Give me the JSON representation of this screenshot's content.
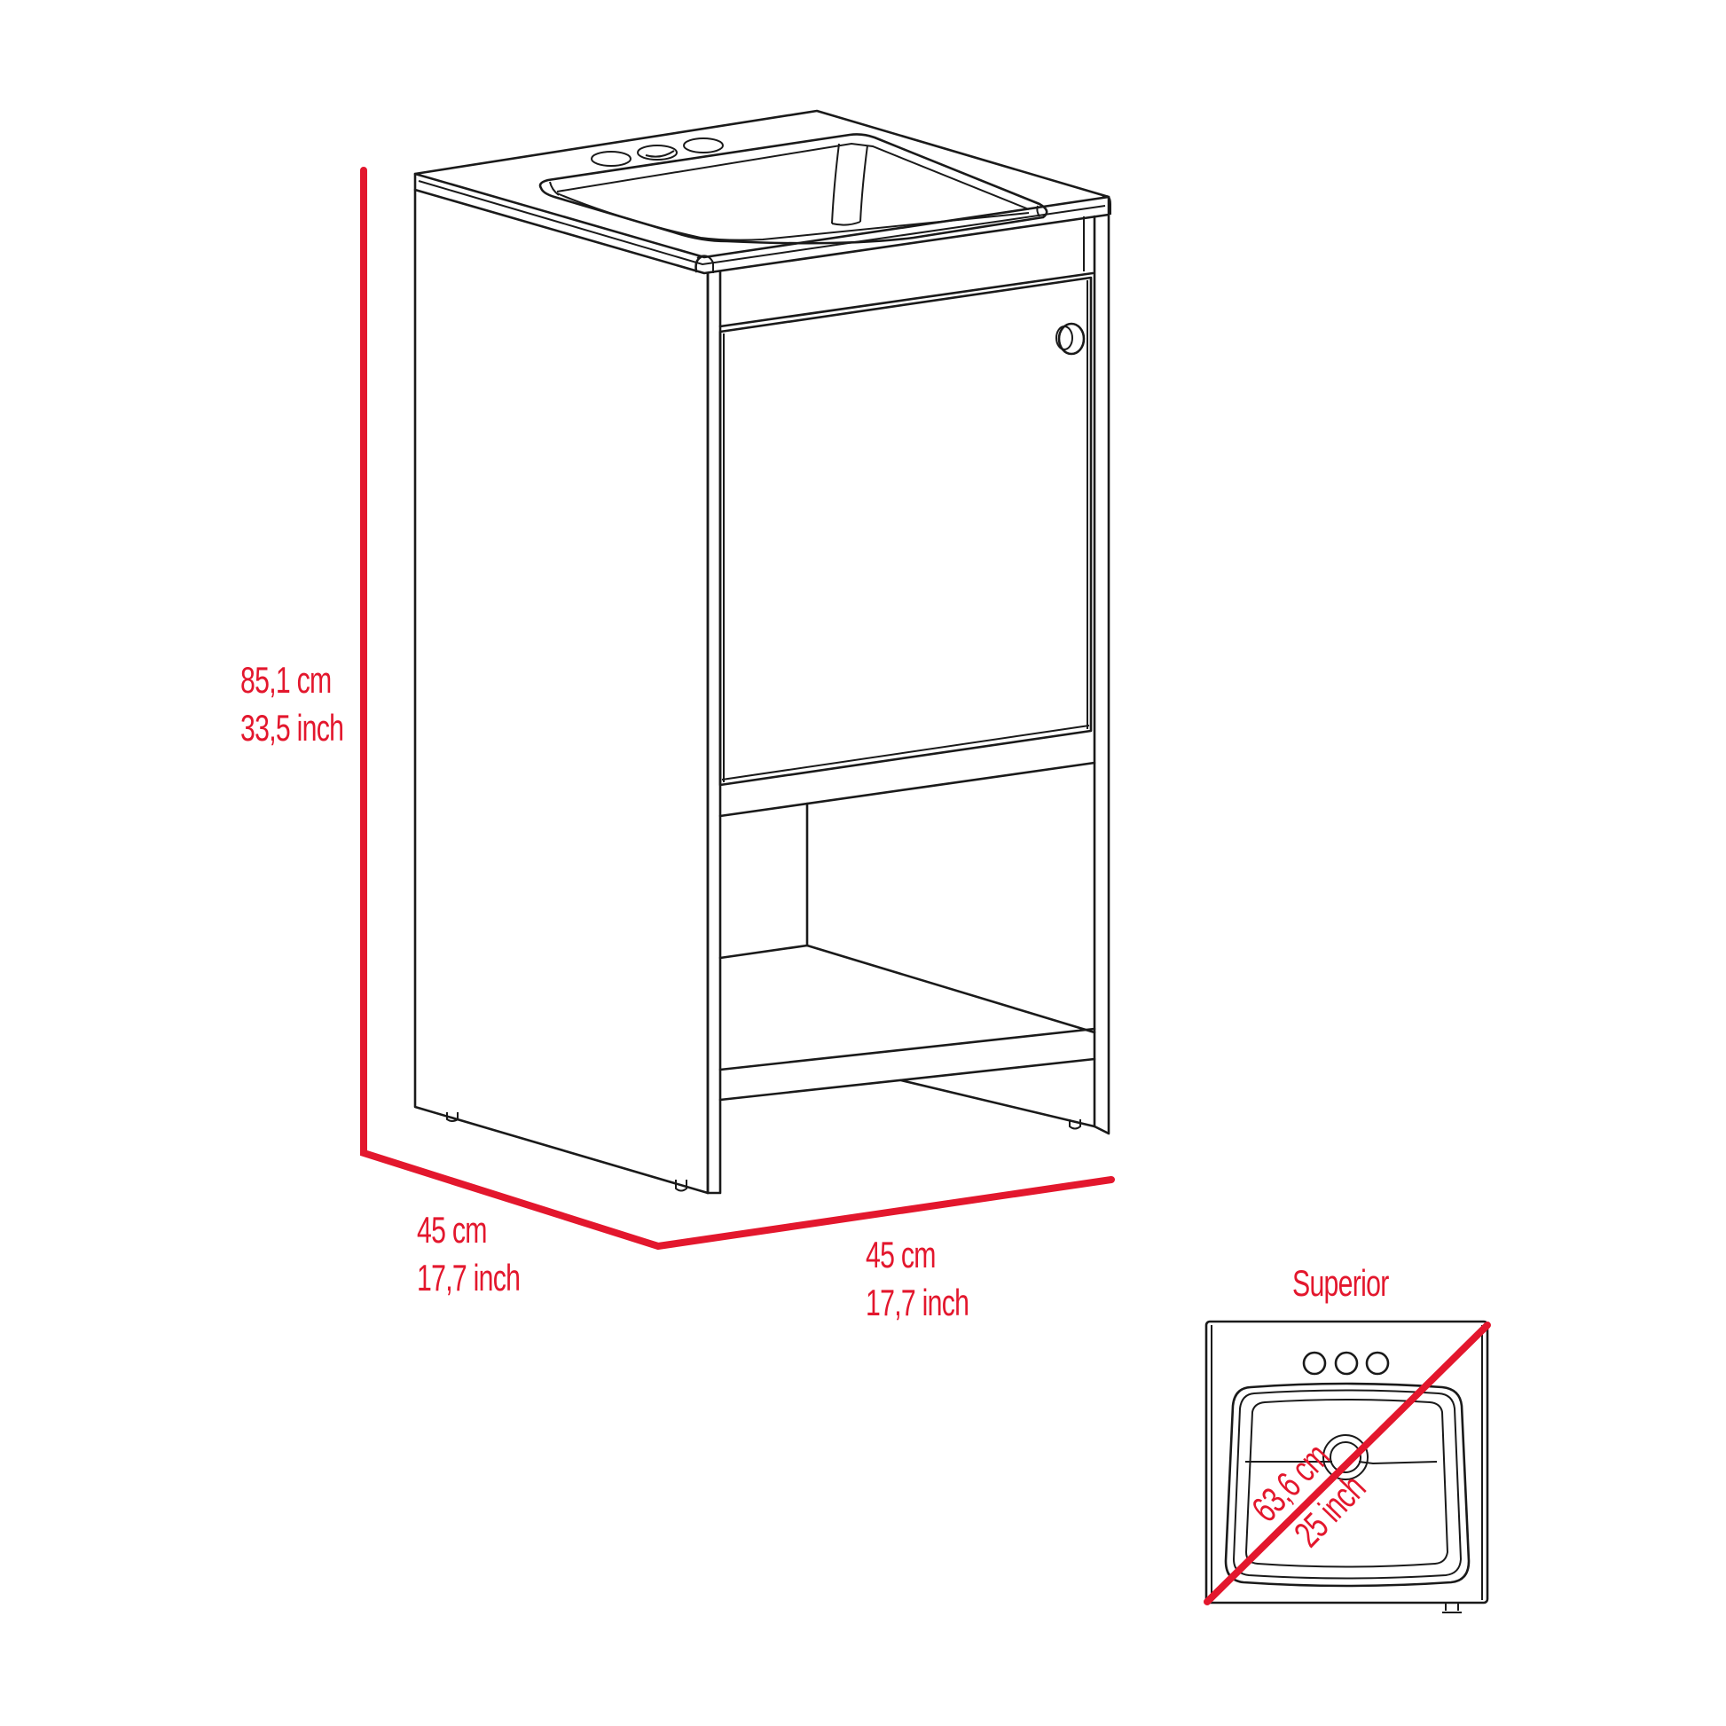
{
  "figure": {
    "subject": "Bathroom vanity cabinet with integrated sink - dimension drawing",
    "accent_color": "#e3172d",
    "line_color": "#1a1a1a",
    "background": "#ffffff"
  },
  "dimensions": {
    "height": {
      "cm": "85,1 cm",
      "inch": "33,5 inch"
    },
    "depth": {
      "cm": "45 cm",
      "inch": "17,7 inch"
    },
    "width": {
      "cm": "45 cm",
      "inch": "17,7 inch"
    }
  },
  "top_view": {
    "title": "Superior",
    "diagonal": {
      "cm": "63,6 cm",
      "inch": "25 inch"
    },
    "faucet_holes": 3
  }
}
